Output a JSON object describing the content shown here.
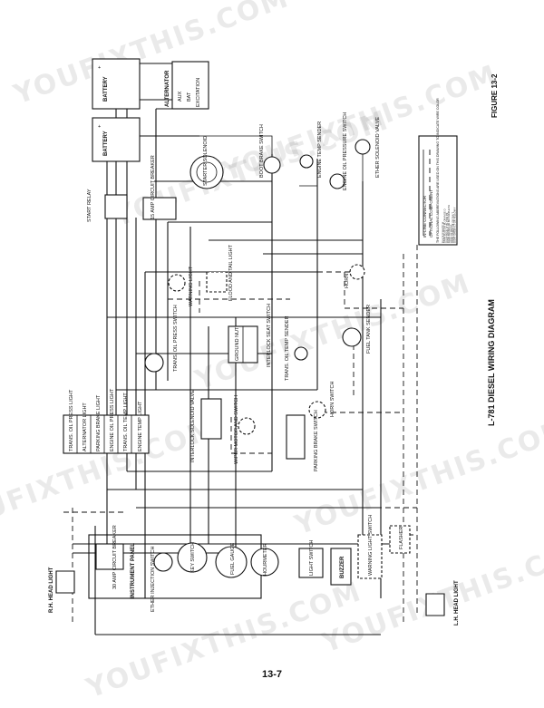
{
  "title": "L-781 DIESEL WIRING DIAGRAM",
  "figure": "FIGURE 13-2",
  "page_number": "13-7",
  "watermark": "YOUFIXTHIS.COM",
  "components": {
    "battery_1": "BATTERY",
    "battery_2": "BATTERY",
    "alternator": "ALTERNATOR",
    "aux": "AUX",
    "bat": "BAT",
    "excitation": "EXCITATION",
    "starter_solenoid": "STARTER SOLENOID",
    "start_relay": "START RELAY",
    "circuit_breaker_15": "15 AMP CIRCUIT BREAKER",
    "boot_brake_switch": "BOOT BRAKE SWITCH",
    "engine_temp_sender": "ENGINE TEMP SENDER",
    "engine_oil_pressure_switch": "ENGINE OIL PRESSURE SWITCH",
    "ether_solenoid_valve": "ETHER SOLENOID VALVE",
    "warning_light": "WARNING LIGHT",
    "flood_tail_light": "FLOOD AND TAIL LIGHT",
    "trans_oil_press_switch": "TRANS. OIL PRESS SWITCH",
    "ground_nut": "GROUND NUT",
    "interlock_seat_switch": "INTERLOCK SEAT SWITCH",
    "horn": "HORN",
    "fuel_tank_sender": "FUEL TANK SENDER",
    "trans_oil_temp_sender": "TRANS. OIL TEMP SENDER",
    "horn_switch": "HORN SWITCH",
    "interlock_solenoid_valve": "INTERLOCK SOLENOID VALVE",
    "wiper_motor_switch": "WIPER MOTOR AND SWITCH",
    "parking_brake_switch": "PARKING BRAKE SWITCH",
    "instrument_panel": "INSTRUMENT PANEL",
    "ether_injection_switch": "ETHER INJECTION SWITCH",
    "key_switch": "KEY SWITCH",
    "fuel_gauge": "FUEL GAUGE",
    "hourmeter": "HOURMETER",
    "light_switch": "LIGHT SWITCH",
    "buzzer": "BUZZER",
    "warning_light_switch": "WARNING LIGHT SWITCH",
    "flasher": "FLASHER",
    "rh_head_light": "R.H. HEAD LIGHT",
    "lh_head_light": "L.H. HEAD LIGHT",
    "circuit_breaker_30": "30 AMP CIRCUIT BREAKER"
  },
  "indicator_lights": [
    "TRANS. OIL PRESS LIGHT",
    "ALTERNATOR LIGHT",
    "PARKING BRAKE LIGHT",
    "ENGINE OIL PRESS LIGHT",
    "TRANS. OIL TEMP LIGHT",
    "ENGINE TEMP LIGHT"
  ],
  "legend": {
    "inline_connector": "IN-LINE CONNECTOR",
    "optional_component": "OPTIONAL COMPONENT",
    "note": "THE FOLLOWING ABBREVIATIONS ARE USED ON THIS DRAWING TO INDICATE WIRE COLOR",
    "colors": [
      [
        "BLACK",
        "B",
        "WHITE",
        "W"
      ],
      [
        "DARK BLUE",
        "DK BL",
        "ORANGE",
        "O"
      ],
      [
        "LIGHT BLUE",
        "LT BL",
        "PINK",
        "PK"
      ],
      [
        "DARK BROWN",
        "DK BR",
        "PURPLE",
        "PU"
      ],
      [
        "GRAY",
        "GY",
        "RED",
        "R"
      ],
      [
        "DARK GREEN",
        "DK GR",
        "TAN",
        "T"
      ],
      [
        "LIGHT GREEN",
        "LT GR",
        "YELLOW",
        "Y"
      ]
    ]
  }
}
